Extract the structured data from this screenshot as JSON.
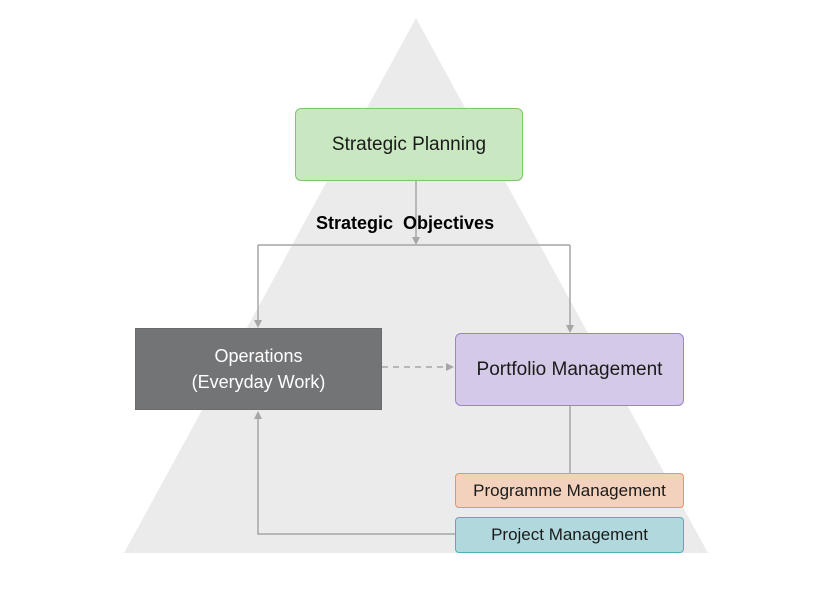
{
  "diagram": {
    "nodes": {
      "strategic_planning": "Strategic Planning",
      "operations_line1": "Operations",
      "operations_line2": "(Everyday Work)",
      "portfolio_management": "Portfolio Management",
      "programme_management": "Programme Management",
      "project_management": "Project Management"
    },
    "edge_label": "Strategic  Objectives",
    "colors": {
      "pyramid": "#ebebeb",
      "connector": "#a6a6a6",
      "strategic_fill": "#c9e8c1",
      "operations_fill": "#737476",
      "portfolio_fill": "#d5c9e8",
      "programme_fill": "#f3d2bd",
      "project_fill": "#b1d9dd"
    }
  }
}
